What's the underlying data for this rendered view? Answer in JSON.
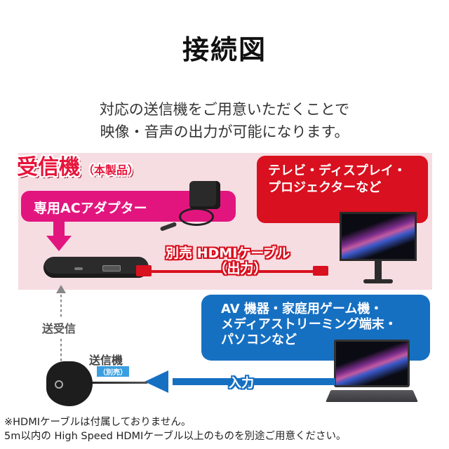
{
  "header": {
    "title": "接続図",
    "subtitle_line1": "対応の送信機をご用意いただくことで",
    "subtitle_line2": "映像・音声の出力が可能になります。"
  },
  "receiver": {
    "heading": "受信機",
    "heading_sub": "（本製品）",
    "ac_adapter_label": "専用ACアダプター",
    "cable_label_line1": "別売 HDMIケーブル",
    "cable_label_line2": "（出力）"
  },
  "display_targets": {
    "line1": "テレビ・ディスプレイ・",
    "line2": "プロジェクターなど"
  },
  "link": {
    "label": "送受信"
  },
  "transmitter": {
    "label": "送信機",
    "sub_label": "（別売）",
    "input_label": "入力"
  },
  "sources": {
    "line1": "AV 機器・家庭用ゲーム機・",
    "line2": "メディアストリーミング端末・",
    "line3": "パソコンなど"
  },
  "notes": {
    "line1": "※HDMIケーブルは付属しておりません。",
    "line2": "5m以内の High Speed HDMIケーブル以上のものを別途ご用意ください。"
  },
  "colors": {
    "receiver_zone_bg": "#f6dde2",
    "receiver_red": "#e8133a",
    "ac_magenta": "#e2157f",
    "display_red": "#d9101f",
    "source_blue": "#1670c2",
    "tx_badge_blue": "#3a9fe0"
  }
}
